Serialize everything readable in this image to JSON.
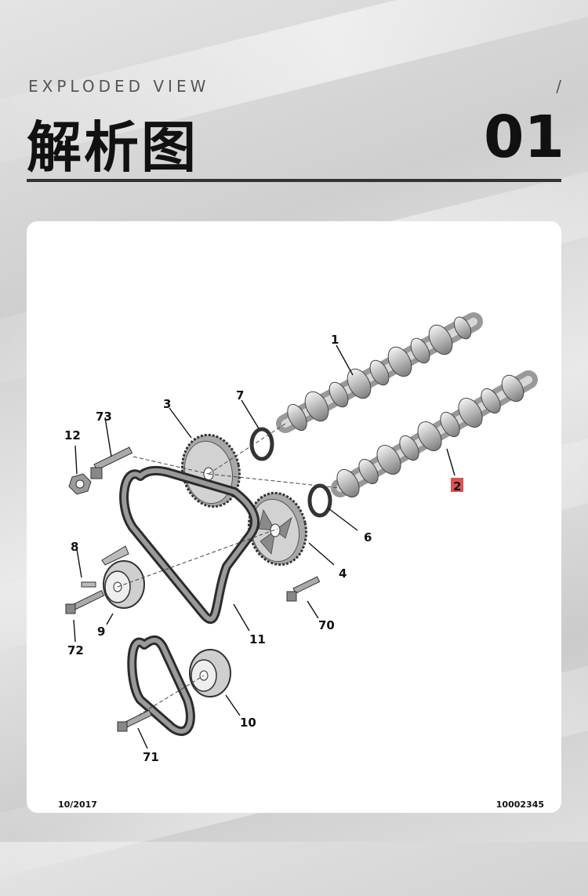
{
  "header": {
    "kicker": "EXPLODED VIEW",
    "slash": "/",
    "title": "解析图",
    "number": "01"
  },
  "diagram": {
    "labels": {
      "p1": "1",
      "p2": "2",
      "p3": "3",
      "p4": "4",
      "p6": "6",
      "p7": "7",
      "p8": "8",
      "p9": "9",
      "p10": "10",
      "p11": "11",
      "p12": "12",
      "p70": "70",
      "p71": "71",
      "p72": "72",
      "p73": "73"
    },
    "highlight_color": "#e05050",
    "footer_date": "10/2017",
    "footer_code": "10002345"
  }
}
